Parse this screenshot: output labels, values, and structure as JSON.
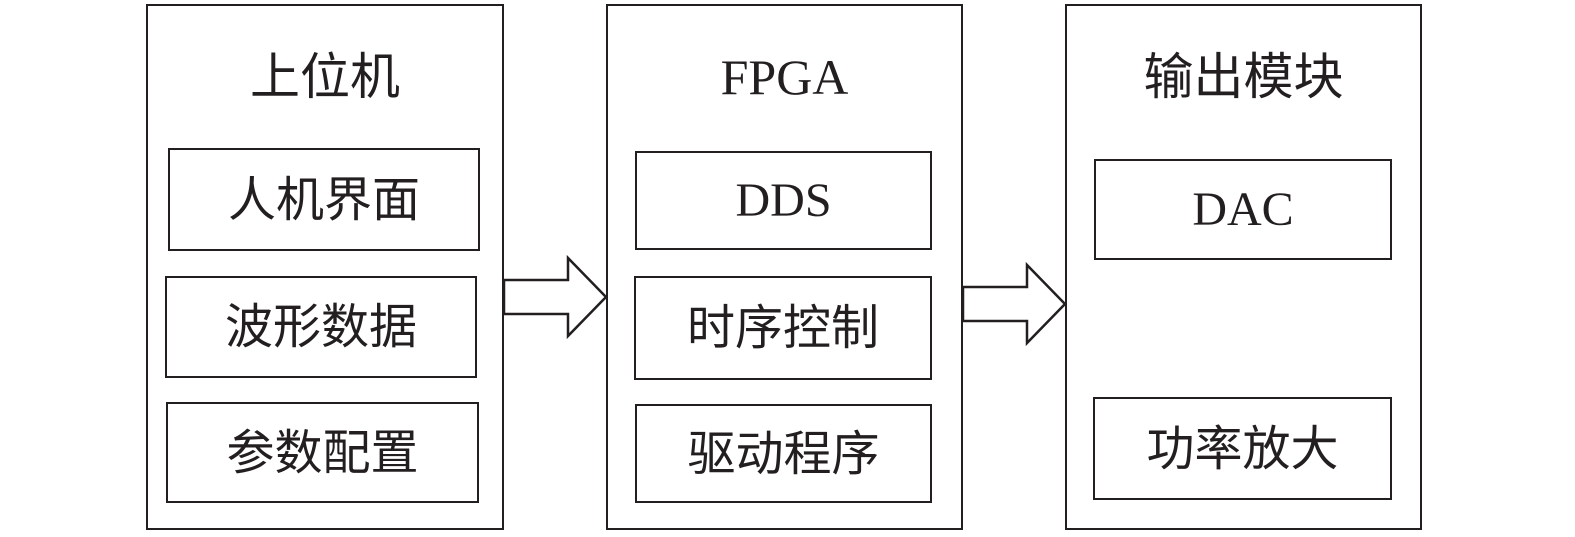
{
  "blocks": [
    {
      "title": "上位机",
      "items": [
        "人机界面",
        "波形数据",
        "参数配置"
      ]
    },
    {
      "title": "FPGA",
      "items": [
        "DDS",
        "时序控制",
        "驱动程序"
      ]
    },
    {
      "title": "输出模块",
      "items": [
        "DAC",
        "功率放大"
      ]
    }
  ],
  "colors": {
    "stroke": "#231f20",
    "background": "#ffffff"
  }
}
